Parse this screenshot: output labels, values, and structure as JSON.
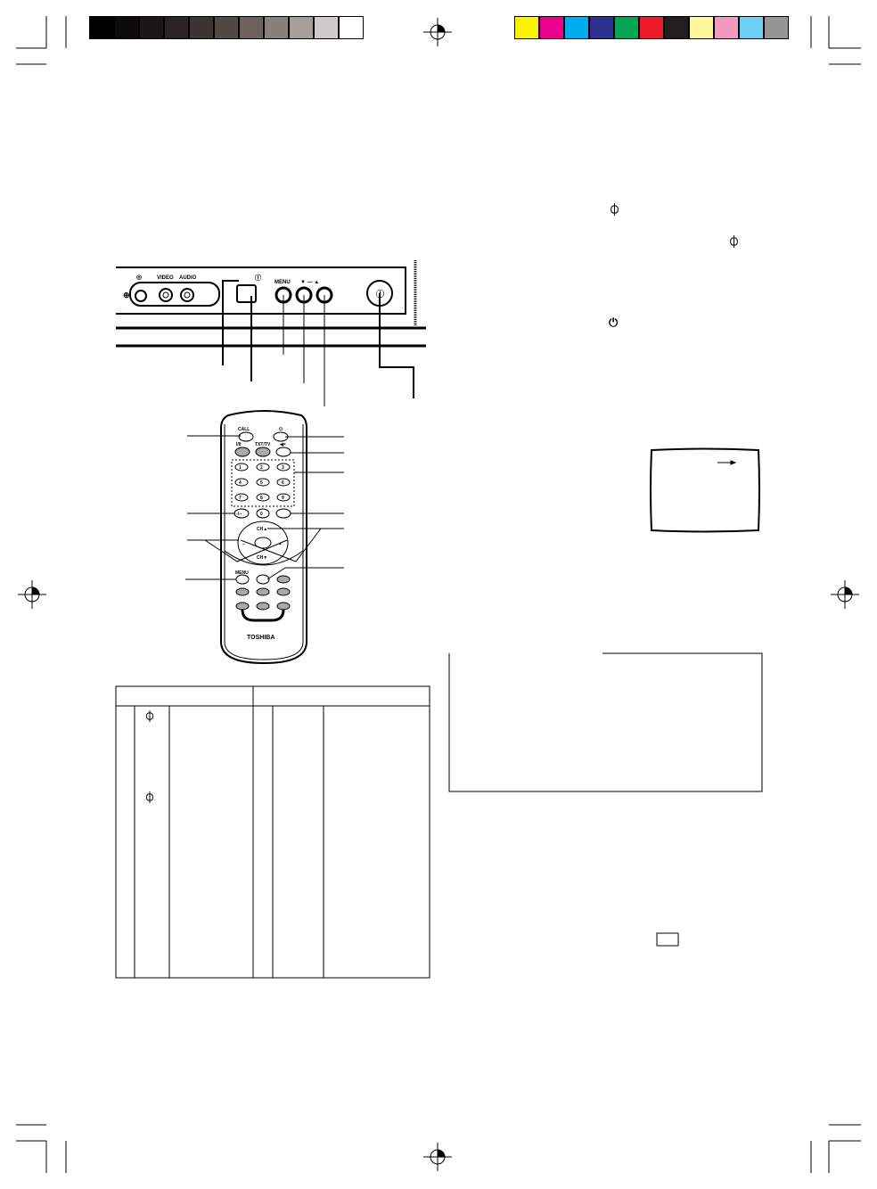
{
  "colors": {
    "gray_bar": [
      "#000000",
      "#0d0b0a",
      "#1b1716",
      "#2a2523",
      "#3c3431",
      "#524844",
      "#6b625d",
      "#87807b",
      "#a59f9b",
      "#cfcbc8",
      "#ffffff"
    ],
    "color_bar": [
      "#fff200",
      "#ec008c",
      "#00aeef",
      "#2e3192",
      "#00a651",
      "#ed1c24",
      "#231f20",
      "#fff799",
      "#f49ac1",
      "#6dcff6",
      "#959595"
    ]
  },
  "tv_panel": {
    "headphone_icon": "headphone-icon",
    "video_label": "VIDEO",
    "audio_label": "AUDIO",
    "menu_label": "MENU",
    "down_up_label": "▼ — ▲",
    "power_icon": "power-icon"
  },
  "remote": {
    "call_label": "CALL",
    "txt_tv_label": "TXT/TV",
    "dual_label": "I/II",
    "digits": [
      "1",
      "2",
      "3",
      "4",
      "5",
      "6",
      "7",
      "8",
      "9",
      "0"
    ],
    "dash_label": "-/--",
    "ch_up_label": "CH▲",
    "ch_down_label": "CH▼",
    "minus_label": "–",
    "plus_label": "+",
    "menu_label": "MENU",
    "brand": "TOSHIBA"
  }
}
